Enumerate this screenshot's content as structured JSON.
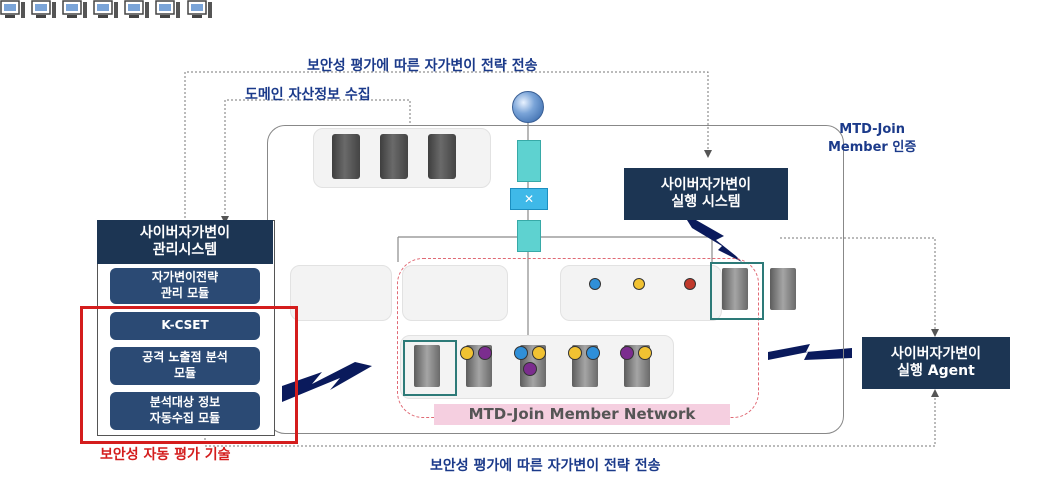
{
  "labels": {
    "top_arrow": "보안성 평가에 따른 자가변이 전략 전송",
    "domain_collect": "도메인 자산정보 수집",
    "mtd_join_auth": "MTD-Join\nMember 인증",
    "bottom_arrow": "보안성 평가에 따른 자가변이 전략 전송",
    "security_eval_tech": "보안성 자동 평가 기술",
    "member_network": "MTD-Join Member Network"
  },
  "management_system": {
    "title": "사이버자가변이\n관리시스템",
    "modules": [
      "자가변이전략\n관리 모듈",
      "K-CSET",
      "공격 노출점 분석\n모듈",
      "분석대상 정보\n자동수집 모듈"
    ]
  },
  "execution_system": {
    "title": "사이버자가변이\n실행 시스템"
  },
  "agent": {
    "title": "사이버자가변이\n실행 Agent"
  },
  "icons": [
    "globe-icon",
    "firewall-icon",
    "switch-icon",
    "server-icon",
    "pc-icon",
    "lightning-icon"
  ],
  "colors": {
    "dark_box": "#1c3553",
    "module": "#2b4a74",
    "highlight_red": "#d41d1d",
    "network_label_bg": "#f5cfe0",
    "firewall": "#5ed2d0",
    "lightning": "#0a1a5c"
  }
}
